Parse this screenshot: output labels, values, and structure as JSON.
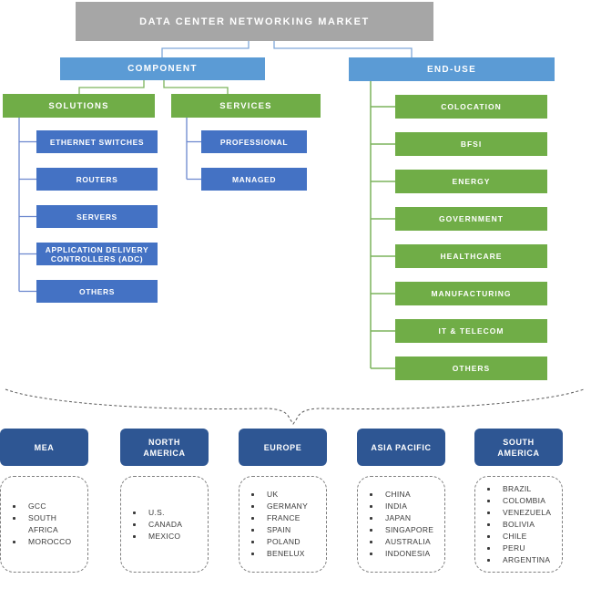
{
  "palette": {
    "root_gray": "#a6a6a6",
    "tier_blue": "#5b9bd5",
    "group_green": "#70ad47",
    "leaf_blue": "#4472c4",
    "region_navy": "#2e5693",
    "connector_blue": "#7fa8d9",
    "connector_green": "#7cb45c",
    "connector_leaf_blue": "#6b87ce",
    "brace_gray": "#595959",
    "list_border_gray": "#7f7f7f",
    "list_text": "#3a3a3a"
  },
  "tree": {
    "root_label": "DATA CENTER NETWORKING MARKET",
    "component": {
      "label": "COMPONENT",
      "solutions": {
        "label": "SOLUTIONS",
        "items": [
          "ETHERNET SWITCHES",
          "ROUTERS",
          "SERVERS",
          "APPLICATION DELIVERY CONTROLLERS (ADC)",
          "OTHERS"
        ]
      },
      "services": {
        "label": "SERVICES",
        "items": [
          "PROFESSIONAL",
          "MANAGED"
        ]
      }
    },
    "end_use": {
      "label": "END-USE",
      "items": [
        "COLOCATION",
        "BFSI",
        "ENERGY",
        "GOVERNMENT",
        "HEALTHCARE",
        "MANUFACTURING",
        "IT & TELECOM",
        "OTHERS"
      ]
    }
  },
  "regions": [
    {
      "label": "NORTH\nAMERICA",
      "countries": [
        "U.S.",
        "CANADA",
        "MEXICO"
      ]
    },
    {
      "label": "EUROPE",
      "countries": [
        "UK",
        "GERMANY",
        "FRANCE",
        "SPAIN",
        "POLAND",
        "BENELUX"
      ]
    },
    {
      "label": "ASIA PACIFIC",
      "countries": [
        "CHINA",
        "INDIA",
        "JAPAN",
        "SINGAPORE",
        "AUSTRALIA",
        "INDONESIA"
      ]
    },
    {
      "label": "SOUTH\nAMERICA",
      "countries": [
        "BRAZIL",
        "COLOMBIA",
        "VENEZUELA",
        "BOLIVIA",
        "CHILE",
        "PERU",
        "ARGENTINA"
      ]
    },
    {
      "label": "MEA",
      "countries": [
        "GCC",
        "SOUTH AFRICA",
        "MOROCCO"
      ]
    }
  ]
}
